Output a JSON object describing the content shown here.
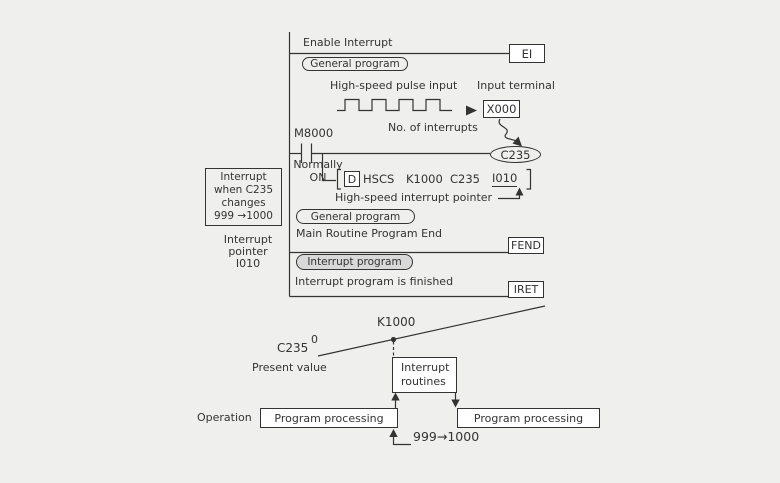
{
  "colors": {
    "background": "#efefee",
    "line": "#333333",
    "text": "#333333",
    "oval_fill_shaded": "#d9d9d9",
    "box_fill": "#ffffff"
  },
  "ladder": {
    "rung1_label": "Enable Interrupt",
    "ei_box": "EI",
    "oval_general_1": "General program",
    "pulse_label": "High-speed pulse input",
    "terminal_label": "Input terminal",
    "x000_box": "X000",
    "interrupts_label": "No. of interrupts",
    "m8000_label": "M8000",
    "normally_line1": "Normally",
    "normally_line2": "ON",
    "c235_oval": "C235",
    "instr_d": "D",
    "instr_op": "HSCS",
    "instr_k": "K1000",
    "instr_c": "C235",
    "instr_pointer": "I010",
    "pointer_label": "High-speed interrupt pointer",
    "oval_general_2": "General program",
    "fend_label": "Main Routine Program End",
    "fend_box": "FEND",
    "oval_interrupt": "Interrupt program",
    "iret_label": "Interrupt program is finished",
    "iret_box": "IRET"
  },
  "note": {
    "box_line1": "Interrupt",
    "box_line2": "when C235",
    "box_line3": "changes",
    "box_line4": "999 →1000",
    "caption_line1": "Interrupt",
    "caption_line2": "pointer",
    "caption_line3": "I010"
  },
  "timing": {
    "k1000_label": "K1000",
    "c235_label": "C235",
    "start_value": "0",
    "present_value_label": "Present value",
    "routine_line1": "Interrupt",
    "routine_line2": "routines",
    "operation_label": "Operation",
    "proc_box_1": "Program processing",
    "proc_box_2": "Program processing",
    "transition_label": "999→1000"
  }
}
